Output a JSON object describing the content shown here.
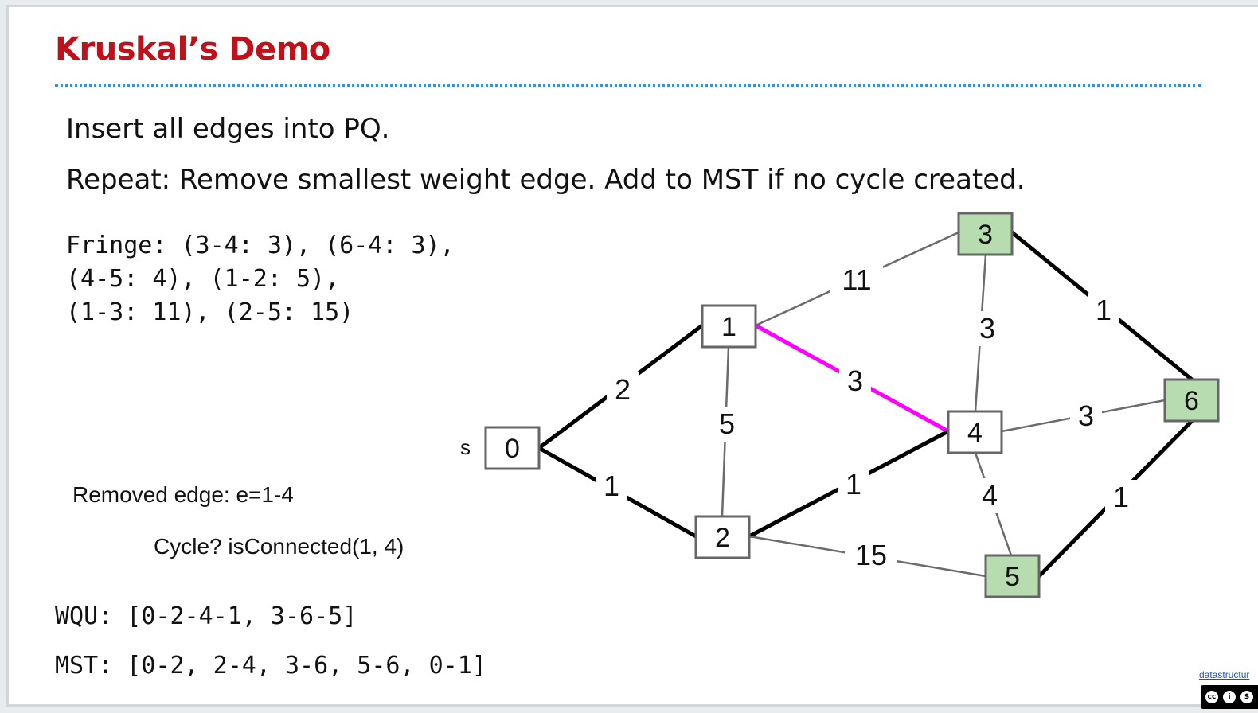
{
  "slide": {
    "title": "Kruskal’s Demo",
    "bullets": [
      "Insert all edges into PQ.",
      "Repeat: Remove smallest weight edge. Add to MST if no cycle created."
    ],
    "fringe_lines": [
      "Fringe: (3-4: 3), (6-4: 3),",
      "(4-5: 4), (1-2: 5),",
      "(1-3: 11), (2-5: 15)"
    ],
    "removed_edge": "Removed edge: e=1-4",
    "cycle_check": "Cycle? isConnected(1, 4)",
    "wqu": "WQU: [0-2-4-1, 3-6-5]",
    "mst": "MST: [0-2, 2-4, 3-6, 5-6, 0-1]",
    "credit_link": "datastructur",
    "license_badge": "cc-by-nc-icon"
  },
  "graph": {
    "source_label": "s",
    "colors": {
      "mst_edge": "#000000",
      "fringe_edge": "#6b6b6b",
      "current_edge": "#ff00ff",
      "in_tree_node_fill": "#b7dcb0",
      "default_node_fill": "#ffffff"
    },
    "nodes": [
      {
        "id": "0",
        "label": "0",
        "in_tree": false
      },
      {
        "id": "1",
        "label": "1",
        "in_tree": false
      },
      {
        "id": "2",
        "label": "2",
        "in_tree": false
      },
      {
        "id": "3",
        "label": "3",
        "in_tree": true
      },
      {
        "id": "4",
        "label": "4",
        "in_tree": false
      },
      {
        "id": "5",
        "label": "5",
        "in_tree": true
      },
      {
        "id": "6",
        "label": "6",
        "in_tree": true
      }
    ],
    "edges": [
      {
        "from": "0",
        "to": "1",
        "weight": "2",
        "state": "mst"
      },
      {
        "from": "0",
        "to": "2",
        "weight": "1",
        "state": "mst"
      },
      {
        "from": "1",
        "to": "2",
        "weight": "5",
        "state": "fringe"
      },
      {
        "from": "1",
        "to": "3",
        "weight": "11",
        "state": "fringe"
      },
      {
        "from": "1",
        "to": "4",
        "weight": "3",
        "state": "current"
      },
      {
        "from": "2",
        "to": "4",
        "weight": "1",
        "state": "mst"
      },
      {
        "from": "2",
        "to": "5",
        "weight": "15",
        "state": "fringe"
      },
      {
        "from": "3",
        "to": "4",
        "weight": "3",
        "state": "fringe"
      },
      {
        "from": "3",
        "to": "6",
        "weight": "1",
        "state": "mst"
      },
      {
        "from": "4",
        "to": "6",
        "weight": "3",
        "state": "fringe"
      },
      {
        "from": "4",
        "to": "5",
        "weight": "4",
        "state": "fringe"
      },
      {
        "from": "5",
        "to": "6",
        "weight": "1",
        "state": "mst"
      }
    ]
  }
}
